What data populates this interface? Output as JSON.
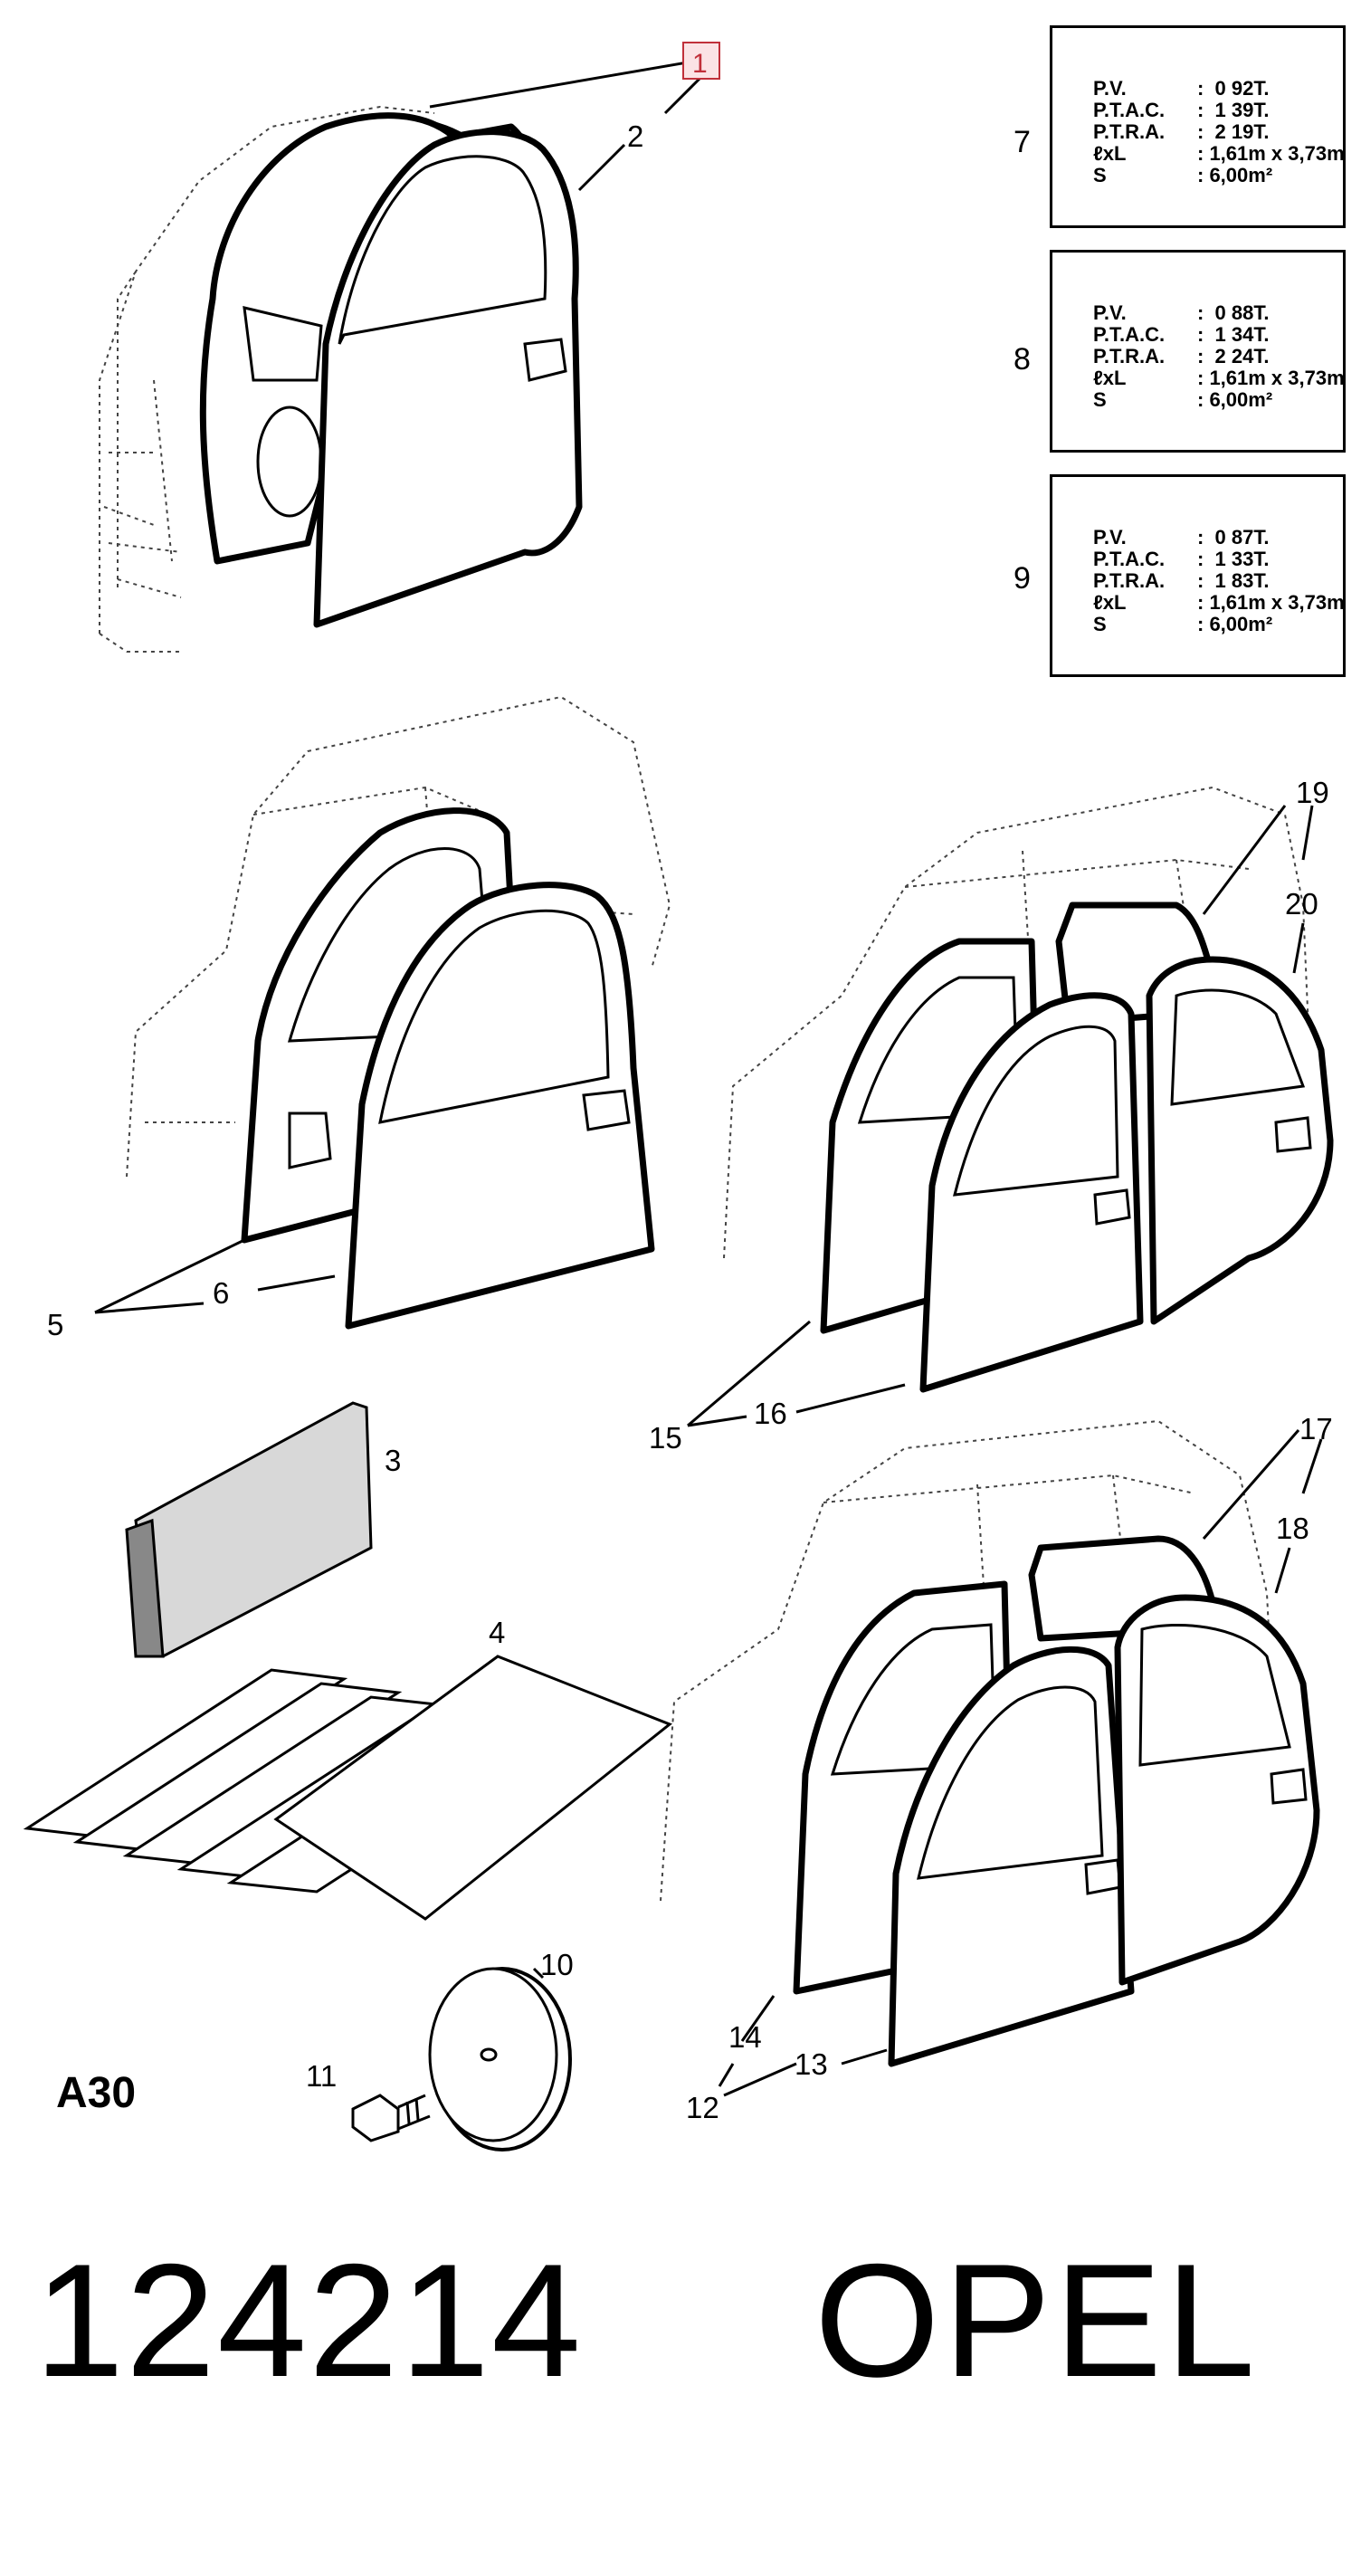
{
  "diagram": {
    "section_code": "A30",
    "part_number": "124214",
    "brand": "OPEL",
    "highlight_color": "#c0303a",
    "callouts": {
      "c1": "1",
      "c2": "2",
      "c3": "3",
      "c4": "4",
      "c5": "5",
      "c6": "6",
      "c10": "10",
      "c11": "11",
      "c12": "12",
      "c13": "13",
      "c14": "14",
      "c15": "15",
      "c16": "16",
      "c17": "17",
      "c18": "18",
      "c19": "19",
      "c20": "20"
    },
    "plates": [
      {
        "number": "7",
        "rows": [
          {
            "key": "P.V.",
            "value": ":  0 92T."
          },
          {
            "key": "P.T.A.C.",
            "value": ":  1 39T."
          },
          {
            "key": "P.T.R.A.",
            "value": ":  2 19T."
          },
          {
            "key": "ℓxL",
            "value": ": 1,61m x 3,73m"
          },
          {
            "key": "S",
            "value": ": 6,00m²"
          }
        ]
      },
      {
        "number": "8",
        "rows": [
          {
            "key": "P.V.",
            "value": ":  0 88T."
          },
          {
            "key": "P.T.A.C.",
            "value": ":  1 34T."
          },
          {
            "key": "P.T.R.A.",
            "value": ":  2 24T."
          },
          {
            "key": "ℓxL",
            "value": ": 1,61m x 3,73m"
          },
          {
            "key": "S",
            "value": ": 6,00m²"
          }
        ]
      },
      {
        "number": "9",
        "rows": [
          {
            "key": "P.V.",
            "value": ":  0 87T."
          },
          {
            "key": "P.T.A.C.",
            "value": ":  1 33T."
          },
          {
            "key": "P.T.R.A.",
            "value": ":  1 83T."
          },
          {
            "key": "ℓxL",
            "value": ": 1,61m x 3,73m"
          },
          {
            "key": "S",
            "value": ": 6,00m²"
          }
        ]
      }
    ]
  }
}
